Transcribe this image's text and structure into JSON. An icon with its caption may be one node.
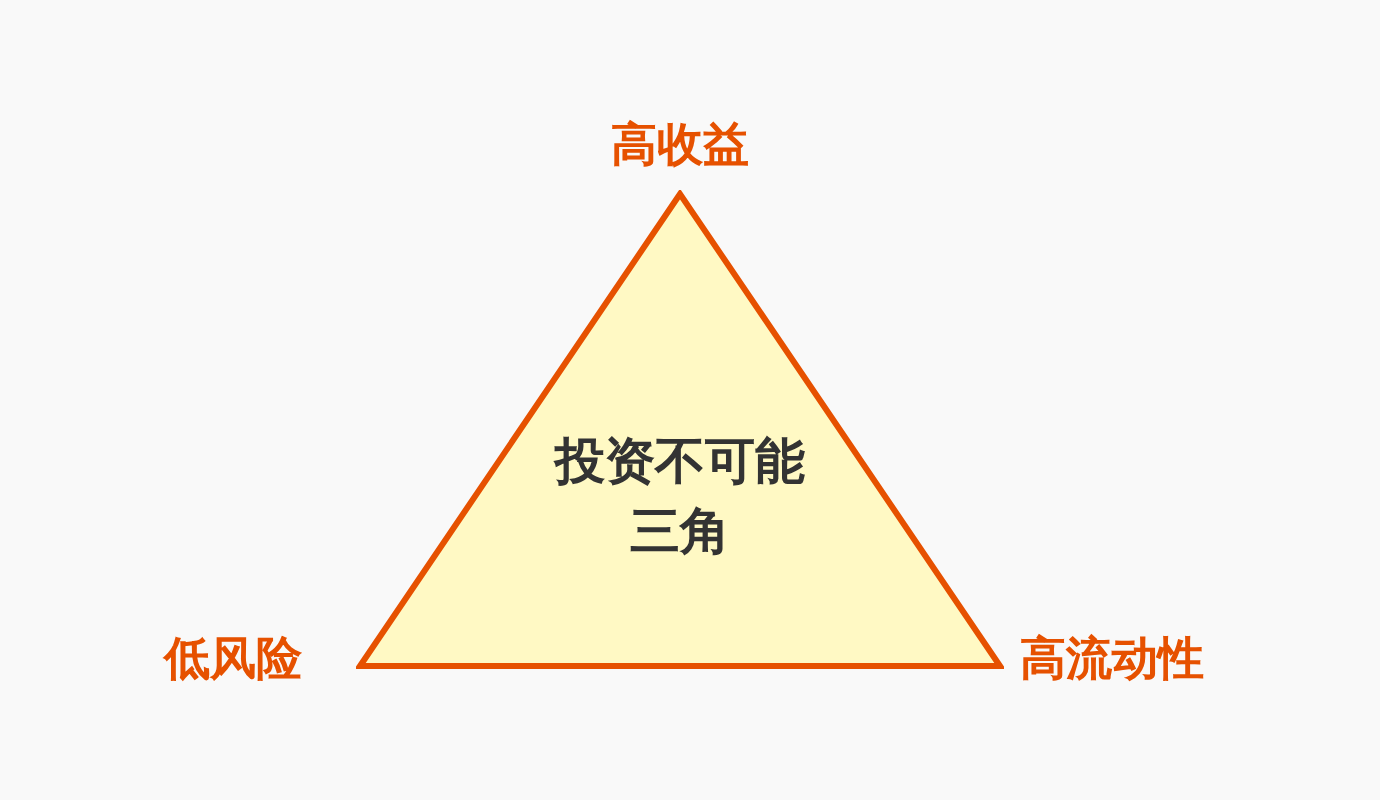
{
  "diagram": {
    "nodes": [
      {
        "text": [
          "投资不可能三角"
        ]
      }
    ],
    "labels": [
      "高收益",
      "低风险",
      "高流动性"
    ]
  }
}
